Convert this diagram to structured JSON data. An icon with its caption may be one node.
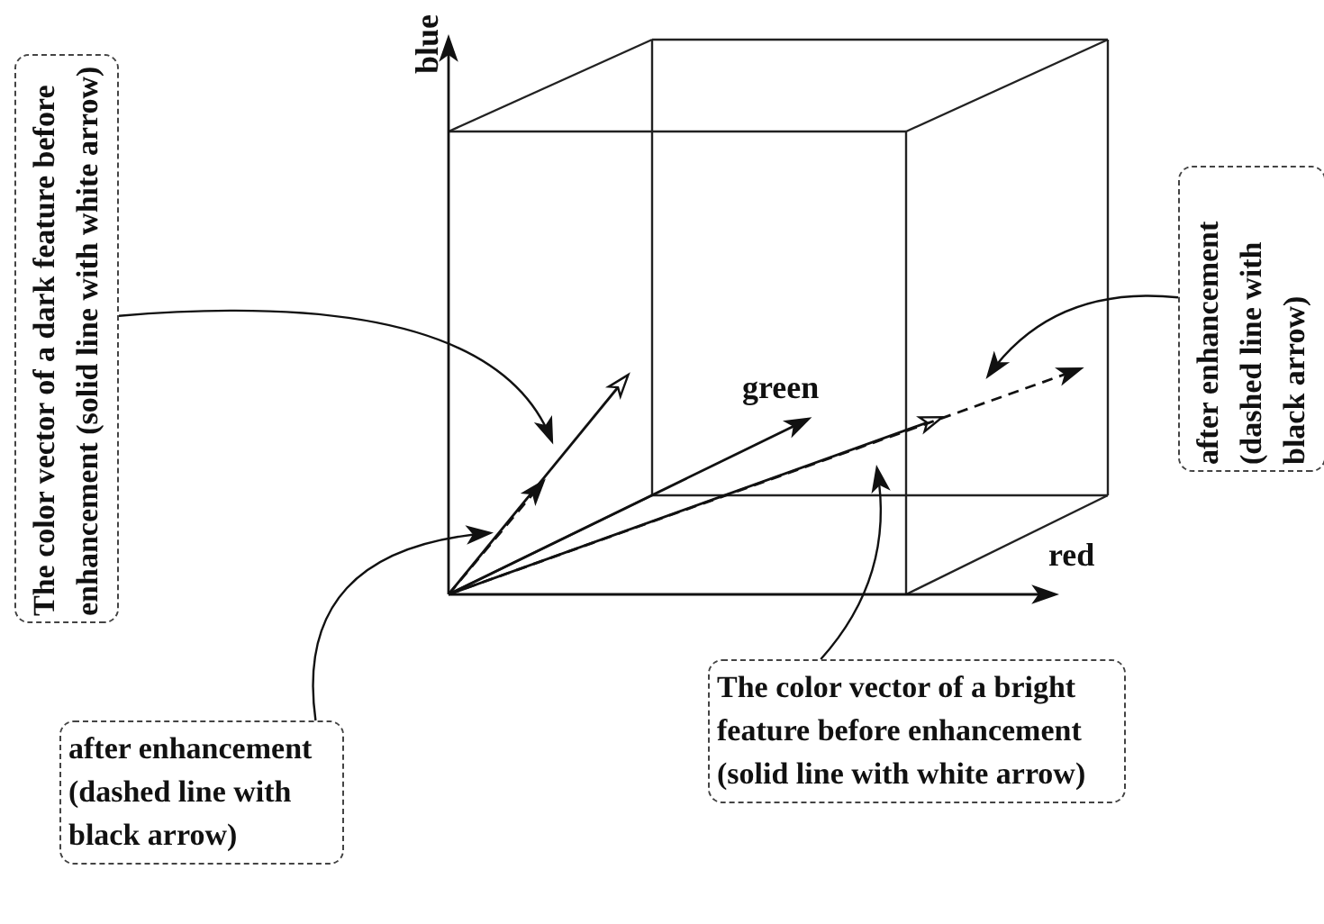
{
  "diagram": {
    "nodes": [
      {
        "text": [
          "The color vector of a dark feature before enhancement (solid line with white arrow)"
        ]
      },
      {
        "text": [
          "after enhancement (dashed line with black arrow)"
        ]
      },
      {
        "text": [
          "after enhancement (dashed line with black arrow)"
        ]
      },
      {
        "text": [
          "The color vector of a bright feature before enhancement (solid line with white arrow)"
        ]
      }
    ],
    "edges": [
      {
        "from": 0,
        "to": null,
        "arrow": "to"
      },
      {
        "from": 1,
        "to": null,
        "arrow": "to"
      },
      {
        "from": 2,
        "to": null,
        "arrow": "to"
      },
      {
        "from": 3,
        "to": null,
        "arrow": "to"
      }
    ],
    "labels": [
      "blue",
      "green",
      "red"
    ]
  }
}
